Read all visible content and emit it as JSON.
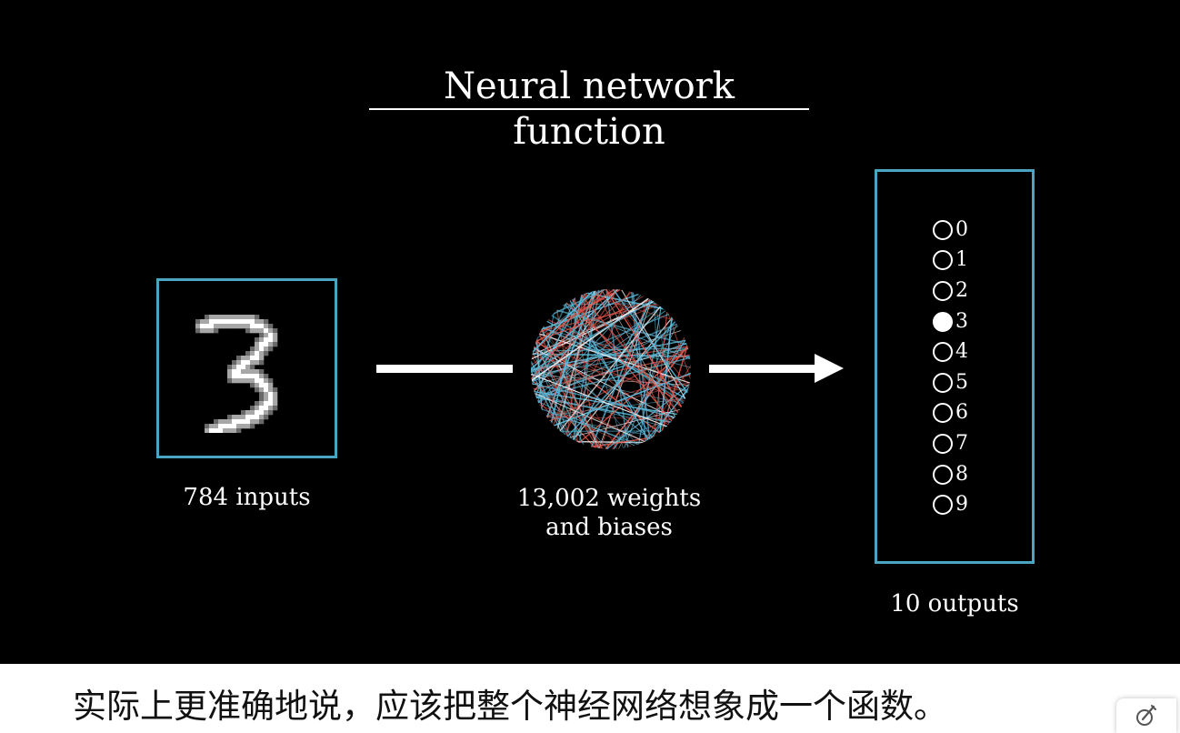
{
  "title": "Neural network function",
  "input": {
    "label": "784 inputs",
    "digit_grid_size": 28
  },
  "parameters": {
    "label_line1": "13,002 weights",
    "label_line2": "and biases"
  },
  "outputs": {
    "label": "10 outputs",
    "digits": [
      "0",
      "1",
      "2",
      "3",
      "4",
      "5",
      "6",
      "7",
      "8",
      "9"
    ],
    "active_index": 3
  },
  "caption": "实际上更准确地说，应该把整个神经网络想象成一个函数。",
  "colors": {
    "background": "#000000",
    "box_border": "#4aa5c3",
    "line_blue": "#5bb8d8",
    "line_red": "#e0564a",
    "caption_bg": "#ffffff"
  },
  "icons": {
    "corner_button": "edit-pen-icon"
  }
}
